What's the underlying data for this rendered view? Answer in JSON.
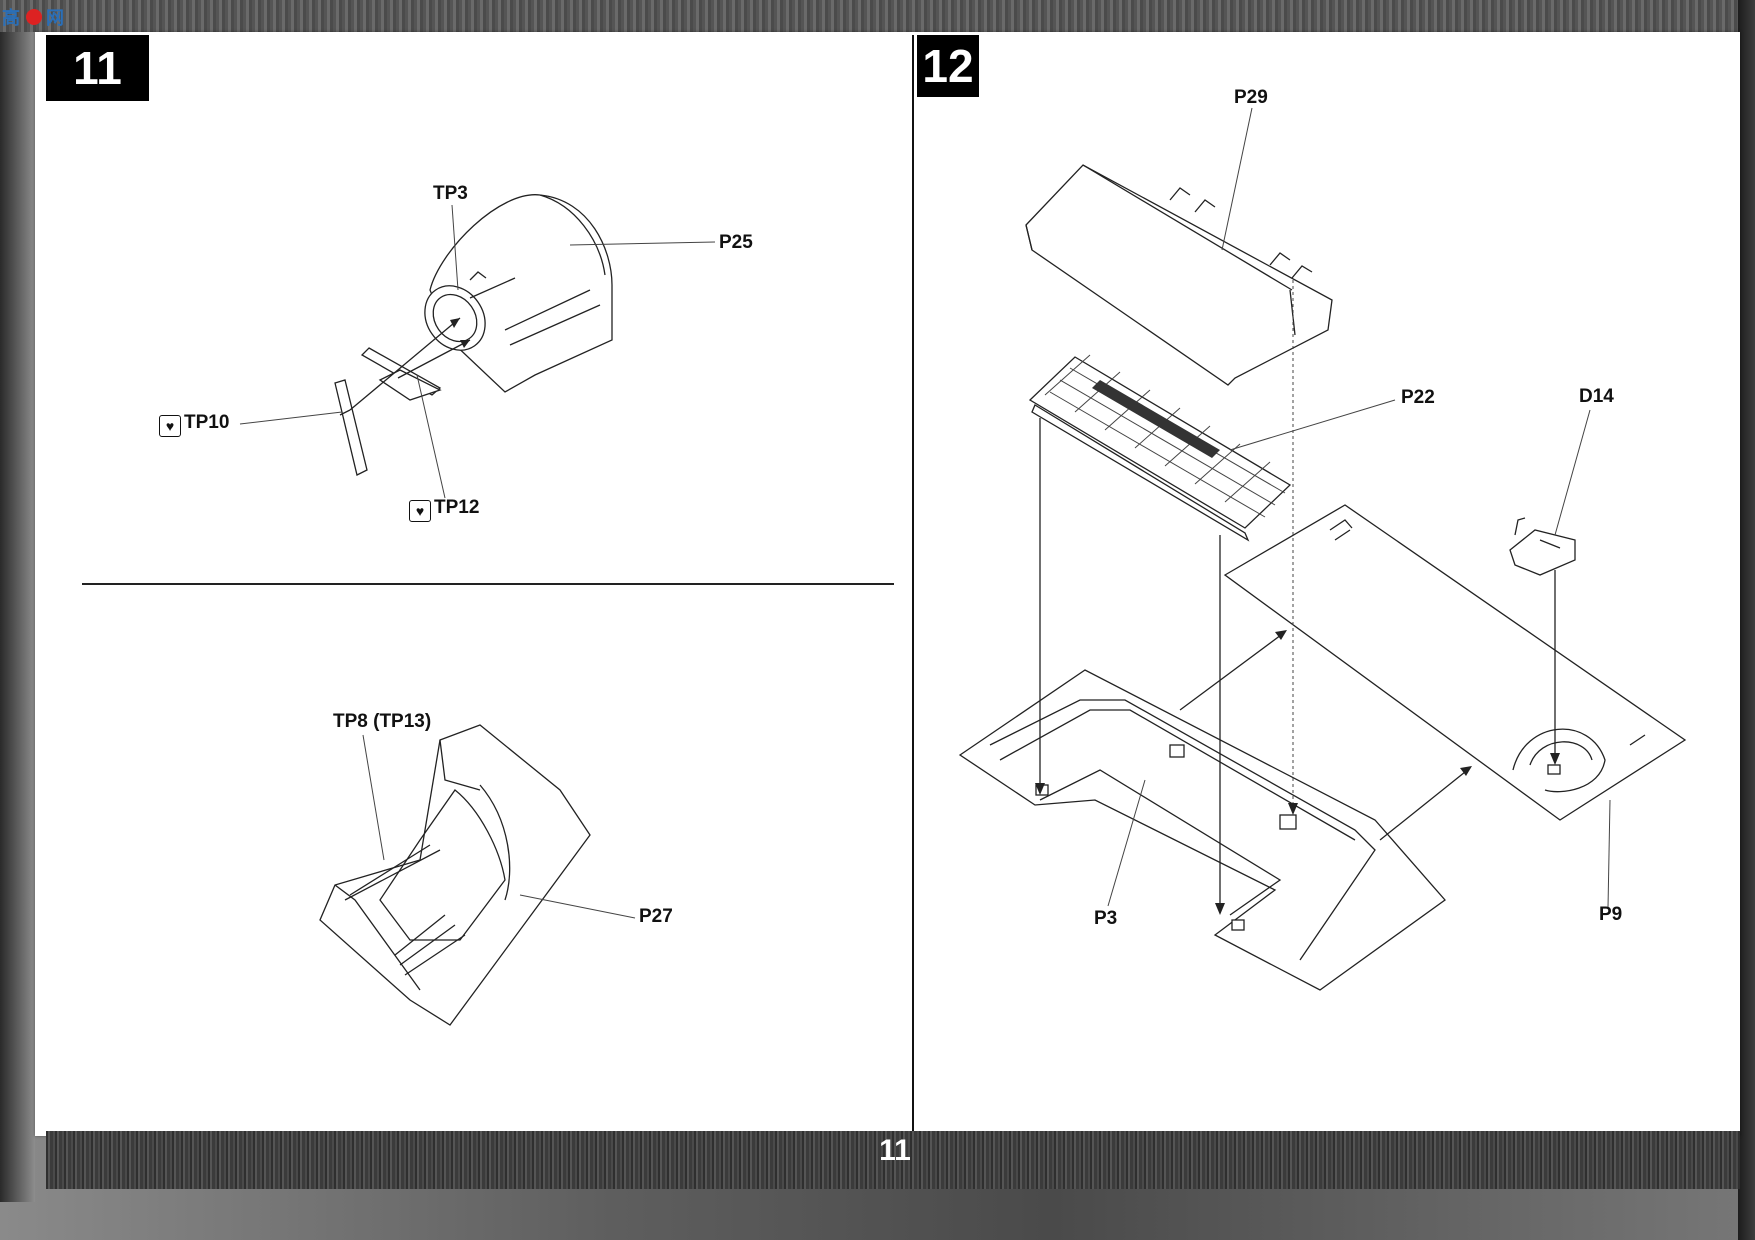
{
  "brand": {
    "name": "高手网"
  },
  "page_number": "11",
  "steps": [
    {
      "number": "11"
    },
    {
      "number": "12"
    }
  ],
  "step11_labels": {
    "tp3": "TP3",
    "p25": "P25",
    "tp10": "TP10",
    "tp12": "TP12",
    "tp8": "TP8 (TP13)",
    "p27": "P27"
  },
  "step12_labels": {
    "p29": "P29",
    "p22": "P22",
    "d14": "D14",
    "p3": "P3",
    "p9": "P9"
  },
  "icons": {
    "photo_etch": "photo-etch-part-icon",
    "step_marker": "step-number-box"
  }
}
